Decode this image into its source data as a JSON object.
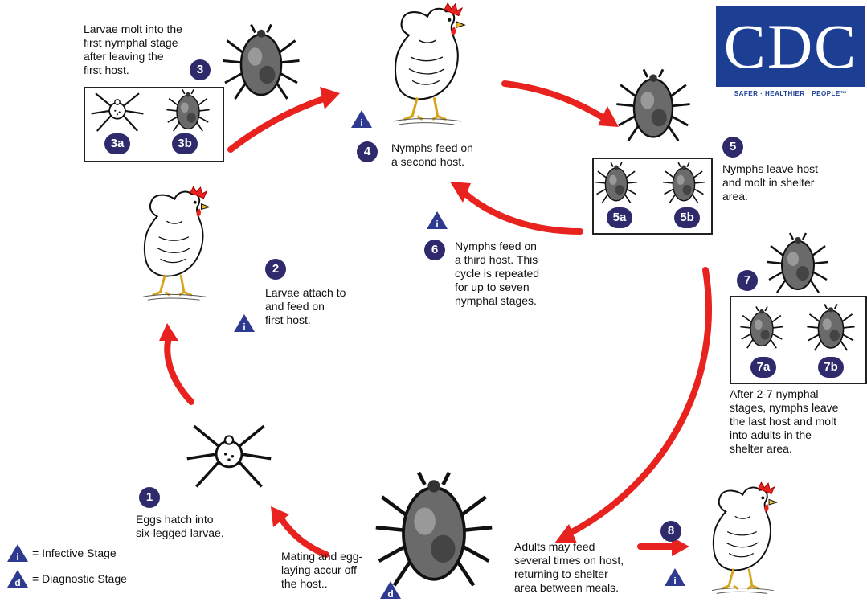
{
  "logo": {
    "wordmark": "CDC",
    "tagline": "SAFER · HEALTHIER · PEOPLE™",
    "color": "#1c3f94"
  },
  "stages": {
    "s1": {
      "badge": "1",
      "text": "Eggs hatch into\nsix-legged larvae."
    },
    "s2": {
      "badge": "2",
      "text": "Larvae attach to\nand feed on\nfirst host."
    },
    "s3": {
      "badge": "3",
      "text": "Larvae molt into the\nfirst nymphal stage\nafter leaving the\nfirst host.",
      "sub_a": "3a",
      "sub_b": "3b"
    },
    "s4": {
      "badge": "4",
      "text": "Nymphs feed on\na second host."
    },
    "s5": {
      "badge": "5",
      "text": "Nymphs leave host\nand molt in shelter\narea.",
      "sub_a": "5a",
      "sub_b": "5b"
    },
    "s6": {
      "badge": "6",
      "text": "Nymphs feed on\na third host.  This\ncycle is repeated\nfor up to seven\nnymphal stages."
    },
    "s7": {
      "badge": "7",
      "text": "After 2-7 nymphal\nstages, nymphs leave\nthe last host and molt\ninto adults in the\nshelter area.",
      "sub_a": "7a",
      "sub_b": "7b"
    },
    "s8": {
      "badge": "8",
      "text": "Adults may feed\nseveral times on host,\nreturning to shelter\narea between meals."
    },
    "mating": {
      "text": "Mating and egg-\nlaying accur off\nthe host.."
    }
  },
  "markers": {
    "infective": "i",
    "diagnostic": "d"
  },
  "legend": {
    "infective_label": "= Infective Stage",
    "diagnostic_label": "= Diagnostic Stage"
  },
  "colors": {
    "arrow": "#e8231f",
    "badge": "#2e2a6b",
    "triangle": "#2e3a8f"
  }
}
